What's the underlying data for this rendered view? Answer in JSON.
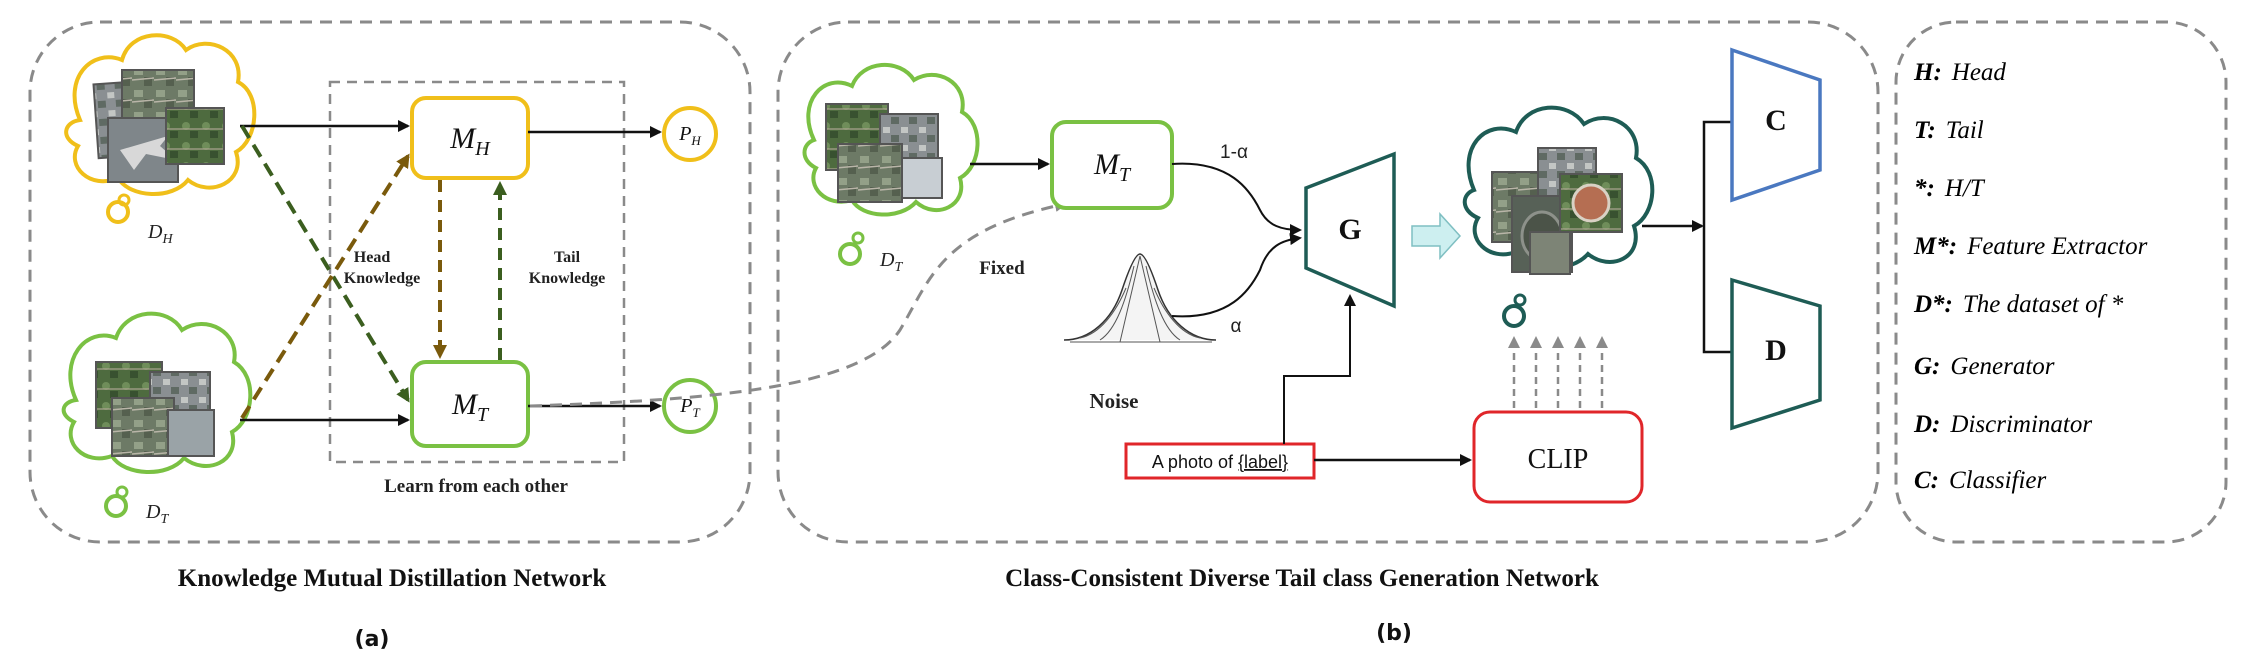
{
  "panel_a": {
    "caption": "Knowledge Mutual Distillation Network",
    "sublabel": "(a)",
    "d_head": "D",
    "d_head_sub": "H",
    "d_tail": "D",
    "d_tail_sub": "T",
    "model_head": "M",
    "model_head_sub": "H",
    "model_tail": "M",
    "model_tail_sub": "T",
    "pred_head": "P",
    "pred_head_sub": "H",
    "pred_tail": "P",
    "pred_tail_sub": "T",
    "head_knowledge_line1": "Head",
    "head_knowledge_line2": "Knowledge",
    "tail_knowledge_line1": "Tail",
    "tail_knowledge_line2": "Knowledge",
    "learn_label": "Learn from each other"
  },
  "panel_b": {
    "caption": "Class-Consistent Diverse Tail class Generation Network",
    "sublabel": "(b)",
    "d_tail": "D",
    "d_tail_sub": "T",
    "model_tail": "M",
    "model_tail_sub": "T",
    "fixed_label": "Fixed",
    "noise_label": "Noise",
    "weight_model": "1-α",
    "weight_noise": "α",
    "generator": "G",
    "classifier": "C",
    "discriminator": "D",
    "prompt_prefix": "A photo of ",
    "prompt_label": "{label}",
    "clip": "CLIP"
  },
  "legend": {
    "items": [
      {
        "key": "H:",
        "desc": "Head"
      },
      {
        "key": "T:",
        "desc": "Tail"
      },
      {
        "key": "*:",
        "desc": "H/T"
      },
      {
        "key": "M*:",
        "desc": "Feature Extractor"
      },
      {
        "key": "D*:",
        "desc": "The dataset of  *"
      },
      {
        "key": "G:",
        "desc": "Generator"
      },
      {
        "key": "D:",
        "desc": "Discriminator"
      },
      {
        "key": "C:",
        "desc": "Classifier"
      }
    ]
  },
  "colors": {
    "head": "#f0bf1a",
    "tail": "#7ac143",
    "generator": "#1e5c55",
    "head_arrow": "#7a5a0c",
    "tail_arrow": "#3b5e1f",
    "classifier": "#4a78c0",
    "prompt_box": "#e0262a",
    "dashed_border": "#8a8a8a"
  }
}
